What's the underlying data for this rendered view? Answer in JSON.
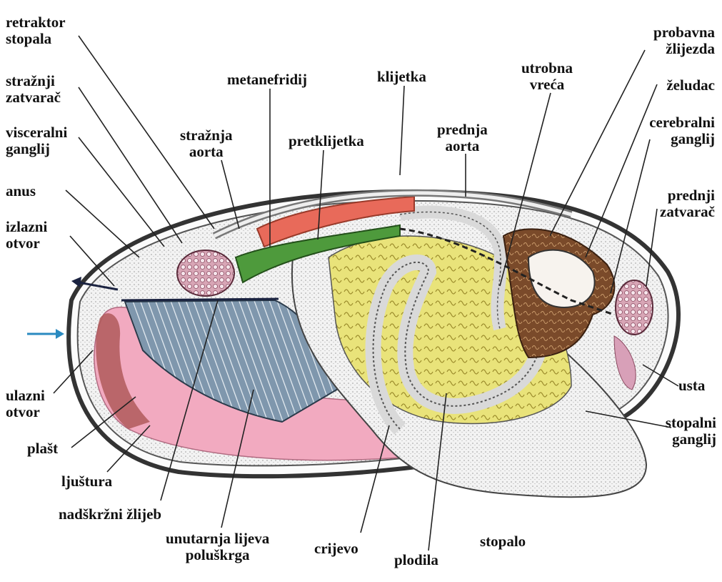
{
  "colors": {
    "mantle_pink": "#f2aac0",
    "gill_blue": "#7f97ad",
    "digestive_brown": "#7a4a2a",
    "gonad_yellow": "#e9e37a",
    "kidney_green": "#4e9a3c",
    "ventricle_red": "#e86a5a",
    "ganglion_pink": "#c98aa0",
    "inflow_arrow": "#2a8ac0",
    "outflow_arrow": "#1a2240"
  },
  "labels": {
    "retraktor_stopala": [
      "retraktor",
      "stopala"
    ],
    "straznji_zatvarac": [
      "stražnji",
      "zatvarač"
    ],
    "visceralni_ganglij": [
      "visceralni",
      "ganglij"
    ],
    "anus": [
      "anus"
    ],
    "izlazni_otvor": [
      "izlazni",
      "otvor"
    ],
    "ulazni_otvor": [
      "ulazni",
      "otvor"
    ],
    "plast": [
      "plašt"
    ],
    "ljustura": [
      "ljuštura"
    ],
    "nadskrzni_zlijeb": [
      "nadškržni žlijeb"
    ],
    "unutarnja_polukrga": [
      "unutarnja lijeva",
      "poluškrga"
    ],
    "crijevo": [
      "crijevo"
    ],
    "plodila": [
      "plodila"
    ],
    "stopalo": [
      "stopalo"
    ],
    "straznja_aorta": [
      "stražnja",
      "aorta"
    ],
    "metanefridij": [
      "metanefridij"
    ],
    "pretklijetka": [
      "pretklijetka"
    ],
    "klijetka": [
      "klijetka"
    ],
    "prednja_aorta": [
      "prednja",
      "aorta"
    ],
    "utrobna_vreca": [
      "utrobna",
      "vreća"
    ],
    "probavna_zlijezda": [
      "probavna",
      "žlijezda"
    ],
    "zeludac": [
      "želudac"
    ],
    "cerebralni_ganglij": [
      "cerebralni",
      "ganglij"
    ],
    "prednji_zatvarac": [
      "prednji",
      "zatvarač"
    ],
    "usta": [
      "usta"
    ],
    "stopalni_ganglij": [
      "stopalni",
      "ganglij"
    ]
  }
}
